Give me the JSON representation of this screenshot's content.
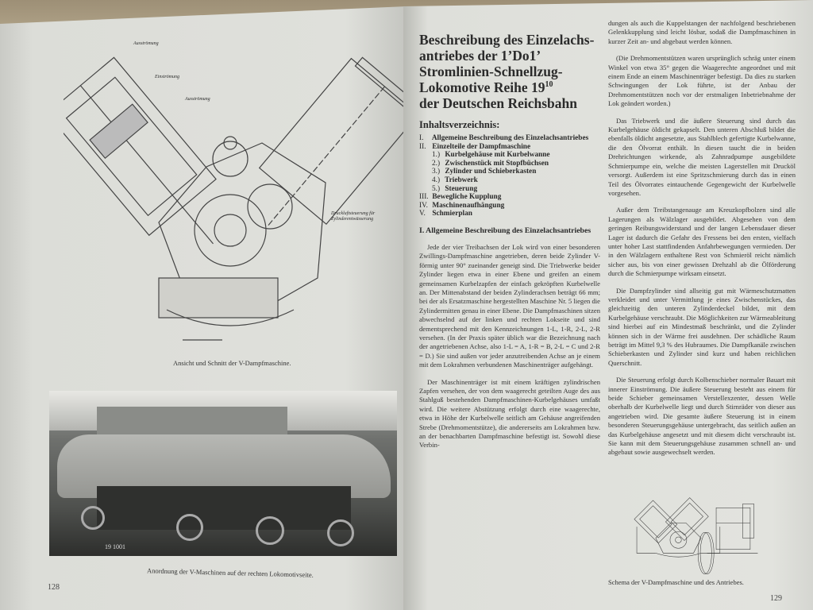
{
  "left_page": {
    "drawing_labels": [
      "Ausströmung",
      "Einströmung",
      "Ausströmung",
      "Druckluftsteuerung für Zylinderentwässerung"
    ],
    "figure1_caption": "Ansicht und Schnitt der V-Dampfmaschine.",
    "photo_marking": "19 1001",
    "figure2_caption": "Anordnung der V-Maschinen auf der rechten Lokomotivseite.",
    "page_number": "128"
  },
  "right_page": {
    "title": "Beschreibung des Einzelachs-antriebes der 1’Do1’ Stromlinien-Schnellzug-Lokomotive Reihe 19",
    "title_superscript": "10",
    "title_end": "der Deutschen Reichsbahn",
    "toc_heading": "Inhaltsverzeichnis:",
    "toc": [
      {
        "n": "I.",
        "label": "Allgemeine Beschreibung des Einzelachsantriebes"
      },
      {
        "n": "II.",
        "label": "Einzelteile der Dampfmaschine"
      },
      {
        "n": "1.)",
        "label": "Kurbelgehäuse mit Kurbelwanne",
        "sub": true
      },
      {
        "n": "2.)",
        "label": "Zwischenstück mit Stopfbüchsen",
        "sub": true
      },
      {
        "n": "3.)",
        "label": "Zylinder und Schieberkasten",
        "sub": true
      },
      {
        "n": "4.)",
        "label": "Triebwerk",
        "sub": true
      },
      {
        "n": "5.)",
        "label": "Steuerung",
        "sub": true
      },
      {
        "n": "III.",
        "label": "Bewegliche Kupplung"
      },
      {
        "n": "IV.",
        "label": "Maschinenaufhängung"
      },
      {
        "n": "V.",
        "label": "Schmierplan"
      }
    ],
    "section_heading": "I. Allgemeine Beschreibung des Einzelachsantriebes",
    "column1": [
      "Jede der vier Treibachsen der Lok wird von einer besonderen Zwillings-Dampfmaschine angetrieben, deren beide Zylinder V-förmig unter 90° zueinander geneigt sind. Die Triebwerke beider Zylinder liegen etwa in einer Ebene und greifen an einem gemeinsamen Kurbelzapfen der einfach gekröpften Kurbelwelle an. Der Mittenabstand der beiden Zylinderachsen beträgt 66 mm; bei der als Ersatzmaschine hergestellten Maschine Nr. 5 liegen die Zylindermitten genau in einer Ebene. Die Dampfmaschinen sitzen abwechselnd auf der linken und rechten Lokseite und sind dementsprechend mit den Kennzeichnungen 1-L, 1-R, 2-L, 2-R versehen. (In der Praxis später üblich war die Bezeichnung nach der angetriebenen Achse, also 1-L = A, 1-R = B, 2-L = C und 2-R = D.) Sie sind außen vor jeder anzutreibenden Achse an je einem mit dem Lokrahmen verbundenen Maschinenträger aufgehängt.",
      "Der Maschinenträger ist mit einem kräftigen zylindrischen Zapfen versehen, der von dem waagerecht geteilten Auge des aus Stahlguß bestehenden Dampfmaschinen-Kurbelgehäuses umfaßt wird. Die weitere Abstützung erfolgt durch eine waagerechte, etwa in Höhe der Kurbelwelle seitlich am Gehäuse angreifenden Strebe (Drehmomentstütze), die andererseits am Lokrahmen bzw. an der benachbarten Dampfmaschine befestigt ist. Sowohl diese Verbin-"
    ],
    "column2": [
      "dungen als auch die Kuppelstangen der nachfolgend beschriebenen Gelenkkupplung sind leicht lösbar, sodaß die Dampfmaschinen in kurzer Zeit an- und abgebaut werden können.",
      "(Die Drehmomentstützen waren ursprünglich schräg unter einem Winkel von etwa 35° gegen die Waagerechte angeordnet und mit einem Ende an einem Maschinenträger befestigt. Da dies zu starken Schwingungen der Lok führte, ist der Anbau der Drehmomentstützen noch vor der erstmaligen Inbetriebnahme der Lok geändert worden.)",
      "Das Triebwerk und die äußere Steuerung sind durch das Kurbelgehäuse öldicht gekapselt. Den unteren Abschluß bildet die ebenfalls öldicht angesetzte, aus Stahlblech gefertigte Kurbelwanne, die den Ölvorrat enthält. In diesen taucht die in beiden Drehrichtungen wirkende, als Zahnradpumpe ausgebildete Schmierpumpe ein, welche die meisten Lagerstellen mit Drucköl versorgt. Außerdem ist eine Spritzschmierung durch das in einen Teil des Ölvorrates eintauchende Gegengewicht der Kurbelwelle vorgesehen.",
      "Außer dem Treibstangenauge am Kreuzkopfbolzen sind alle Lagerungen als Wälzlager ausgebildet. Abgesehen von dem geringen Reibungswiderstand und der langen Lebensdauer dieser Lager ist dadurch die Gefahr des Fressens bei den ersten, vielfach unter hoher Last stattfindenden Anfahrbewegungen vermieden. Der in den Wälzlagern enthaltene Rest von Schmieröl reicht nämlich sicher aus, bis von einer gewissen Drehzahl ab die Ölförderung durch die Schmierpumpe wirksam einsetzt.",
      "Die Dampfzylinder sind allseitig gut mit Wärmeschutzmatten verkleidet und unter Vermittlung je eines Zwischenstückes, das gleichzeitig den unteren Zylinderdeckel bildet, mit dem Kurbelgehäuse verschraubt. Die Möglichkeiten zur Wärmeableitung sind hierbei auf ein Mindestmaß beschränkt, und die Zylinder können sich in der Wärme frei ausdehnen. Der schädliche Raum beträgt im Mittel 9,3 % des Hubraumes. Die Dampfkanäle zwischen Schieberkasten und Zylinder sind kurz und haben reichlichen Querschnitt.",
      "Die Steuerung erfolgt durch Kolbenschieber normaler Bauart mit innerer Einströmung. Die äußere Steuerung besteht aus einem für beide Schieber gemeinsamen Verstellexzenter, dessen Welle oberhalb der Kurbelwelle liegt und durch Stirnräder von dieser aus angetrieben wird. Die gesamte äußere Steuerung ist in einem besonderen Steuerungsgehäuse untergebracht, das seitlich außen an das Kurbelgehäuse angesetzt und mit diesem dicht verschraubt ist. Sie kann mit dem Steuerungsgehäuse zusammen schnell an- und abgebaut sowie ausgewechselt werden."
    ],
    "figure3_caption": "Schema der V-Dampfmaschine und des Antriebes.",
    "page_number": "129"
  }
}
